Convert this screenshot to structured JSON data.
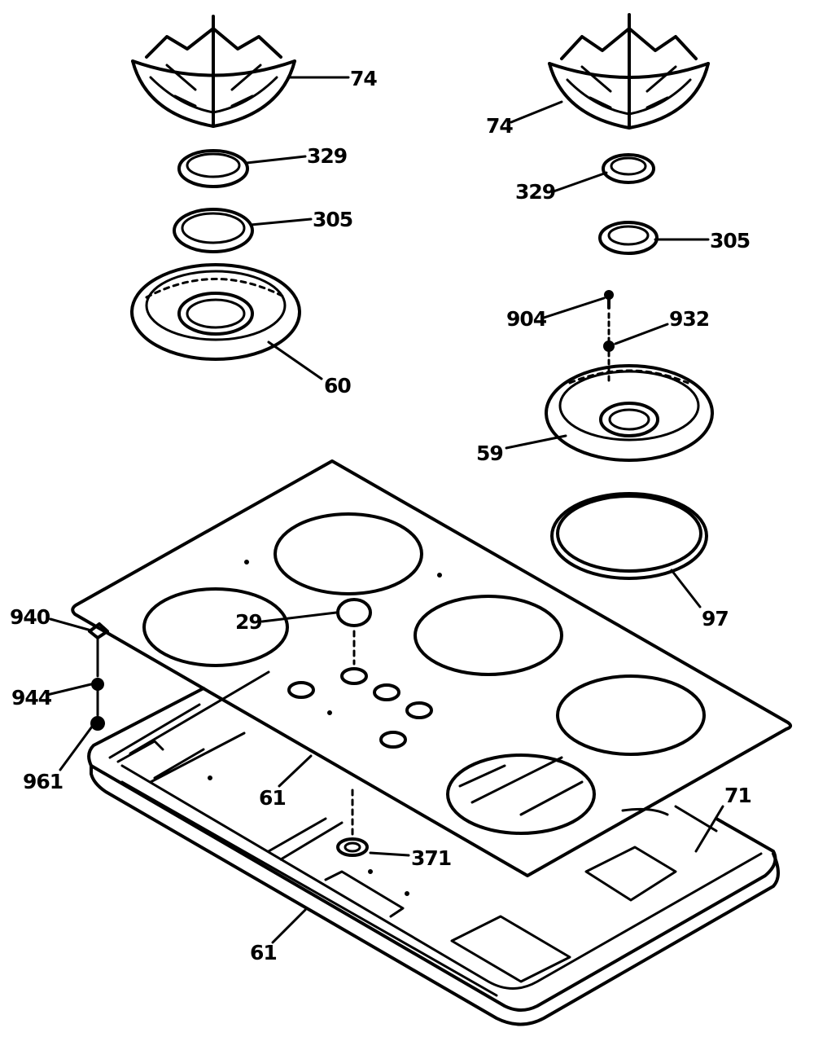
{
  "parts": {
    "grate_left": "74",
    "grate_right": "74",
    "cap_left": "329",
    "cap_right": "329",
    "head_left": "305",
    "head_right": "305",
    "bowl_left": "60",
    "bowl_right": "59",
    "screw_right": "904",
    "washer_right": "932",
    "trim_ring": "97",
    "knob": "29",
    "clip_top": "940",
    "clip_mid": "944",
    "clip_bottom": "961",
    "cooktop_glass": "61",
    "tray": "61",
    "electrode": "371",
    "bracket": "71"
  }
}
